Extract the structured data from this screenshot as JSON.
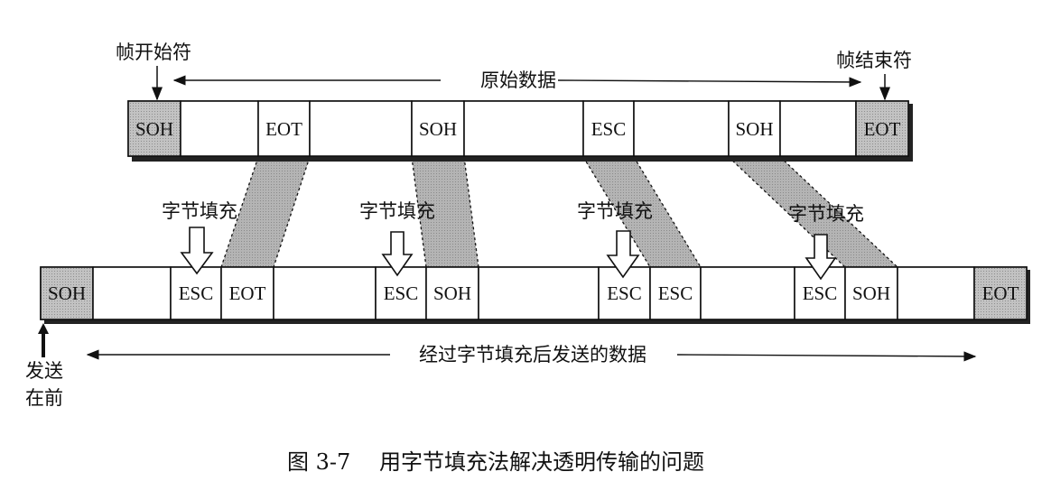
{
  "labels": {
    "frame_start": "帧开始符",
    "frame_end": "帧结束符",
    "original_data": "原始数据",
    "stuffed_data": "经过字节填充后发送的数据",
    "byte_stuffing": "字节填充",
    "send_first_line1": "发送",
    "send_first_line2": "在前"
  },
  "top_frame": {
    "cells": [
      "SOH",
      "",
      "EOT",
      "",
      "SOH",
      "",
      "ESC",
      "",
      "SOH",
      "",
      "EOT"
    ]
  },
  "bottom_frame": {
    "cells": [
      "SOH",
      "",
      "ESC",
      "EOT",
      "",
      "ESC",
      "SOH",
      "",
      "ESC",
      "ESC",
      "",
      "ESC",
      "SOH",
      "",
      "EOT"
    ]
  },
  "caption": {
    "number": "图 3-7",
    "title": "用字节填充法解决透明传输的问题"
  },
  "colors": {
    "shaded_cell": "#bdbdbd",
    "band": "#a8a8a8",
    "stroke": "#111111"
  }
}
